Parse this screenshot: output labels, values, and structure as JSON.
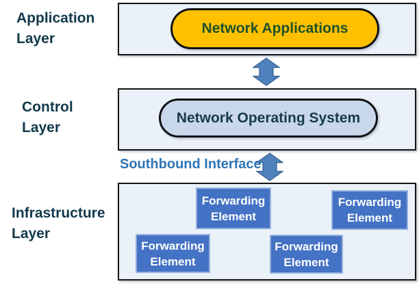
{
  "layers": {
    "application": {
      "label": "Application\nLayer"
    },
    "control": {
      "label": "Control\nLayer"
    },
    "infrastructure": {
      "label": "Infrastructure\nLayer"
    }
  },
  "nodes": {
    "network_applications": "Network Applications",
    "network_operating_system": "Network Operating System",
    "forwarding_elements": [
      "Forwarding Element",
      "Forwarding Element",
      "Forwarding Element",
      "Forwarding Element"
    ]
  },
  "labels": {
    "southbound_interface": "Southbound Interface"
  },
  "colors": {
    "layer_box_fill": "#eaf1f8",
    "layer_box_border": "#151515",
    "network_applications_fill": "#ffc000",
    "network_applications_text": "#1d5228",
    "network_operating_system_fill": "#c8d8ea",
    "network_operating_system_text": "#173a4d",
    "forwarding_element_fill": "#4472c4",
    "forwarding_element_text": "#ffffff",
    "arrow_fill": "#4f81bd",
    "arrow_border": "#36618e",
    "layer_label_text": "#12394b",
    "southbound_label_text": "#2e75b6"
  }
}
